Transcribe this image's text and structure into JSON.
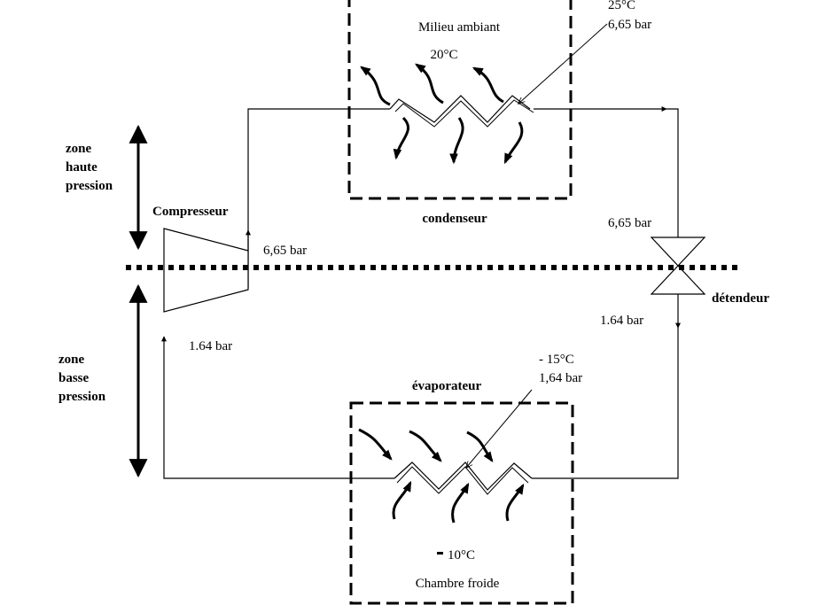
{
  "labels": {
    "milieu_ambiant": "Milieu ambiant",
    "temp_ambiant": "20°C",
    "cond_temp": "25°C",
    "cond_pressure": "6,65 bar",
    "condenseur": "condenseur",
    "compresseur": "Compresseur",
    "comp_out_pressure": "6,65 bar",
    "zone_haute_1": "zone",
    "zone_haute_2": "haute",
    "zone_haute_3": "pression",
    "zone_basse_1": "zone",
    "zone_basse_2": "basse",
    "zone_basse_3": "pression",
    "comp_in_pressure": "1.64 bar",
    "det_in_pressure": "6,65 bar",
    "detendeur": "détendeur",
    "det_out_pressure": "1.64 bar",
    "evap_temp": "- 15°C",
    "evap_pressure": "1,64 bar",
    "evaporateur": "évaporateur",
    "temp_froide": "10°C",
    "chambre_froide": "Chambre froide"
  },
  "colors": {
    "line": "#000000",
    "background": "#ffffff"
  }
}
